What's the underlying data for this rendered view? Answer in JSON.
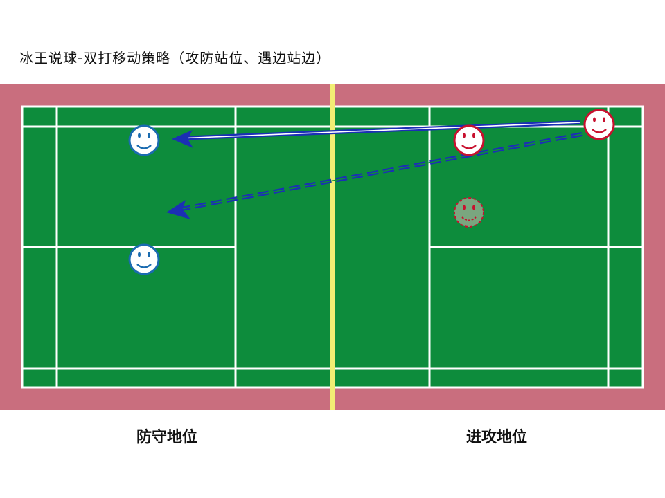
{
  "title": "冰王说球-双打移动策略（攻防站位、遇边站边）",
  "labels": {
    "defense": "防守地位",
    "attack": "进攻地位"
  },
  "colors": {
    "surround": "#c96e7e",
    "court": "#0d8c3c",
    "lines": "#ffffff",
    "net": "#f2ee74",
    "defender_ring": "#1a6bb0",
    "attacker_ring": "#c8102e",
    "arrow": "#1b2fb5"
  },
  "players": {
    "defenders": [
      {
        "role": "defender",
        "icon": "smiley-icon"
      },
      {
        "role": "defender",
        "icon": "smiley-icon"
      }
    ],
    "attackers": [
      {
        "role": "attacker",
        "icon": "smiley-icon"
      },
      {
        "role": "attacker",
        "icon": "smiley-icon"
      },
      {
        "role": "attacker-ghost",
        "icon": "smiley-icon",
        "dashed": true
      }
    ]
  },
  "arrows": [
    {
      "style": "solid-double"
    },
    {
      "style": "dashed-double"
    }
  ]
}
